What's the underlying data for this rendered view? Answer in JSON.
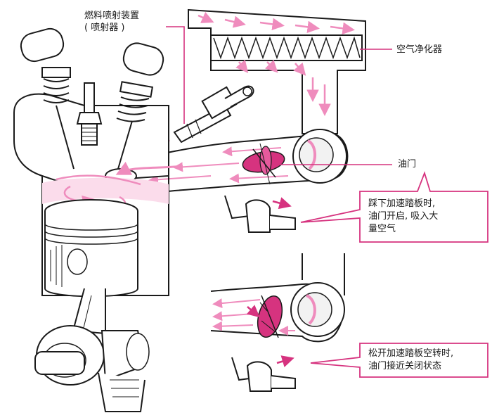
{
  "labels": {
    "injector_line1": "燃料喷射装置",
    "injector_line2": "( 喷射器 )",
    "air_cleaner": "空气净化器",
    "throttle": "油门"
  },
  "callouts": {
    "pressed": [
      "踩下加速踏板时,",
      "油门开启, 吸入大",
      "量空气"
    ],
    "released": [
      "松开加速踏板空转时,",
      "油门接近关闭状态"
    ]
  },
  "colors": {
    "accent": "#d6337f",
    "flow": "#ef8cbd",
    "flow_fill": "#fbdceb",
    "line": "#1a1a1a"
  }
}
